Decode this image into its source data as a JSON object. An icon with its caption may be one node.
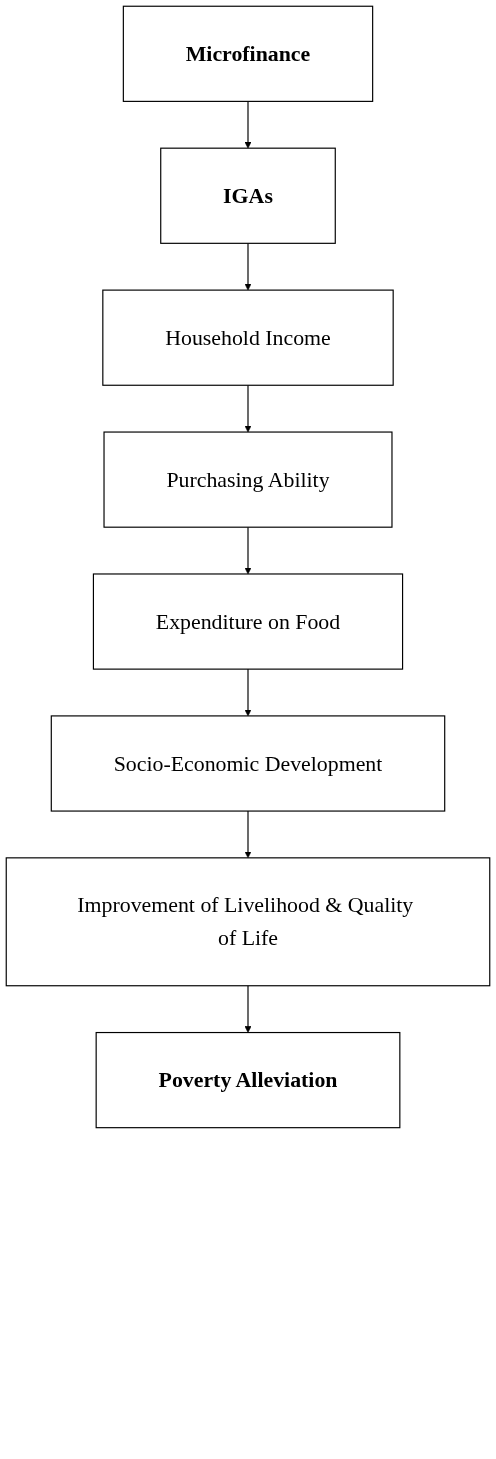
{
  "diagram": {
    "nodes": [
      {
        "text": [
          "Microfinance"
        ]
      },
      {
        "text": [
          "IGAs"
        ]
      },
      {
        "text": [
          "Household Income"
        ]
      },
      {
        "text": [
          "Purchasing Ability"
        ]
      },
      {
        "text": [
          "Expenditure on Food"
        ]
      },
      {
        "text": [
          "Socio-Economic Development"
        ]
      },
      {
        "text": [
          "Improvement of Livelihood & Quality of Life"
        ]
      },
      {
        "text": [
          "Poverty Alleviation"
        ]
      }
    ],
    "edges": [
      {
        "from": 0,
        "to": 1,
        "arrow": "to"
      },
      {
        "from": 1,
        "to": 2,
        "arrow": "to"
      },
      {
        "from": 2,
        "to": 3,
        "arrow": "to"
      },
      {
        "from": 3,
        "to": 4,
        "arrow": "to"
      },
      {
        "from": 4,
        "to": 5,
        "arrow": "to"
      },
      {
        "from": 5,
        "to": 6,
        "arrow": "to"
      },
      {
        "from": 6,
        "to": 7,
        "arrow": "to"
      }
    ]
  }
}
